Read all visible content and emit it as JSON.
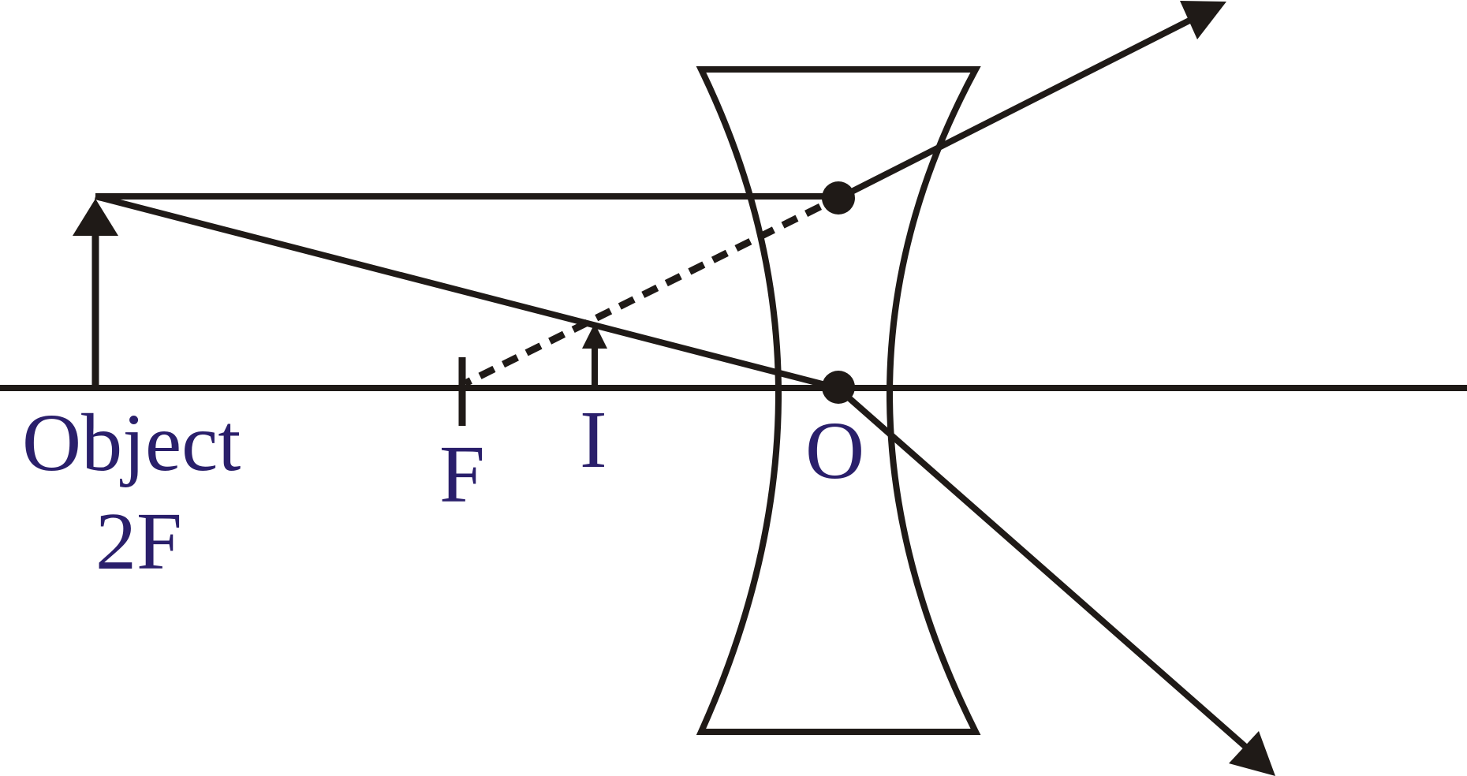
{
  "labels": {
    "object": "Object",
    "two_f": "2F",
    "focus": "F",
    "image": "I",
    "optical_centre": "O"
  },
  "colors": {
    "line": "#1f1a17",
    "label": "#2a1f6b",
    "background": "#ffffff"
  }
}
